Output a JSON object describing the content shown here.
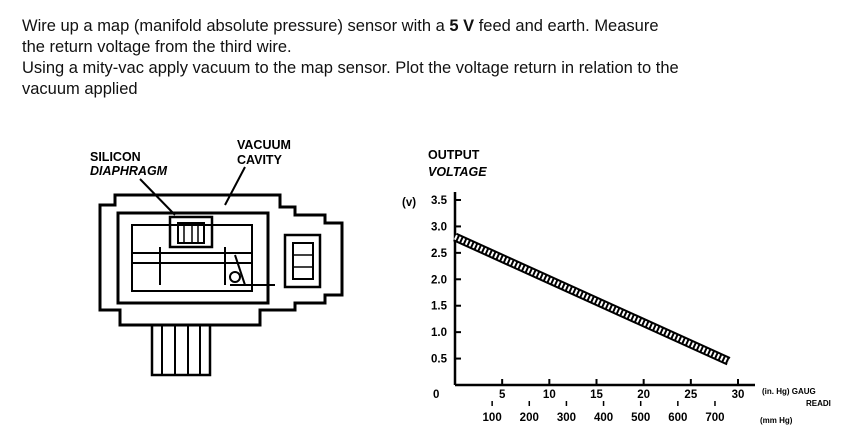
{
  "instructions": {
    "line1_pre": "Wire up a map (manifold absolute pressure) sensor with a ",
    "line1_bold": "5 V",
    "line1_post": " feed and earth. Measure",
    "line2": "the return voltage from the third wire.",
    "line3": "Using a mity-vac apply vacuum to the map sensor. Plot the voltage return in relation to the",
    "line4": "vacuum applied"
  },
  "sensor_diagram": {
    "label_diaphragm_1": "SILICON",
    "label_diaphragm_2": "DIAPHRAGM",
    "label_cavity_1": "VACUUM",
    "label_cavity_2": "CAVITY"
  },
  "chart_data": {
    "type": "line",
    "title_line1": "OUTPUT",
    "title_line2": "VOLTAGE",
    "y_unit": "(v)",
    "y_ticks": [
      "3.5",
      "3.0",
      "2.5",
      "2.0",
      "1.5",
      "1.0",
      "0.5"
    ],
    "y_tick_values": [
      3.5,
      3.0,
      2.5,
      2.0,
      1.5,
      1.0,
      0.5
    ],
    "origin_label": "0",
    "x_ticks_inhg": [
      "5",
      "10",
      "15",
      "20",
      "25",
      "30"
    ],
    "x_ticks_inhg_values": [
      5,
      10,
      15,
      20,
      25,
      30
    ],
    "x_ticks_mmhg": [
      "100",
      "200",
      "300",
      "400",
      "500",
      "600",
      "700"
    ],
    "x_unit_inhg": "(in. Hg) GAUG",
    "x_unit_inhg_2": "READI",
    "x_unit_mmhg": "(mm Hg)",
    "ylim": [
      0,
      3.5
    ],
    "xlim": [
      0,
      30
    ],
    "series": [
      {
        "x": [
          0,
          29
        ],
        "y": [
          2.8,
          0.45
        ]
      }
    ]
  },
  "colors": {
    "ink": "#000000",
    "text": "#111111"
  }
}
